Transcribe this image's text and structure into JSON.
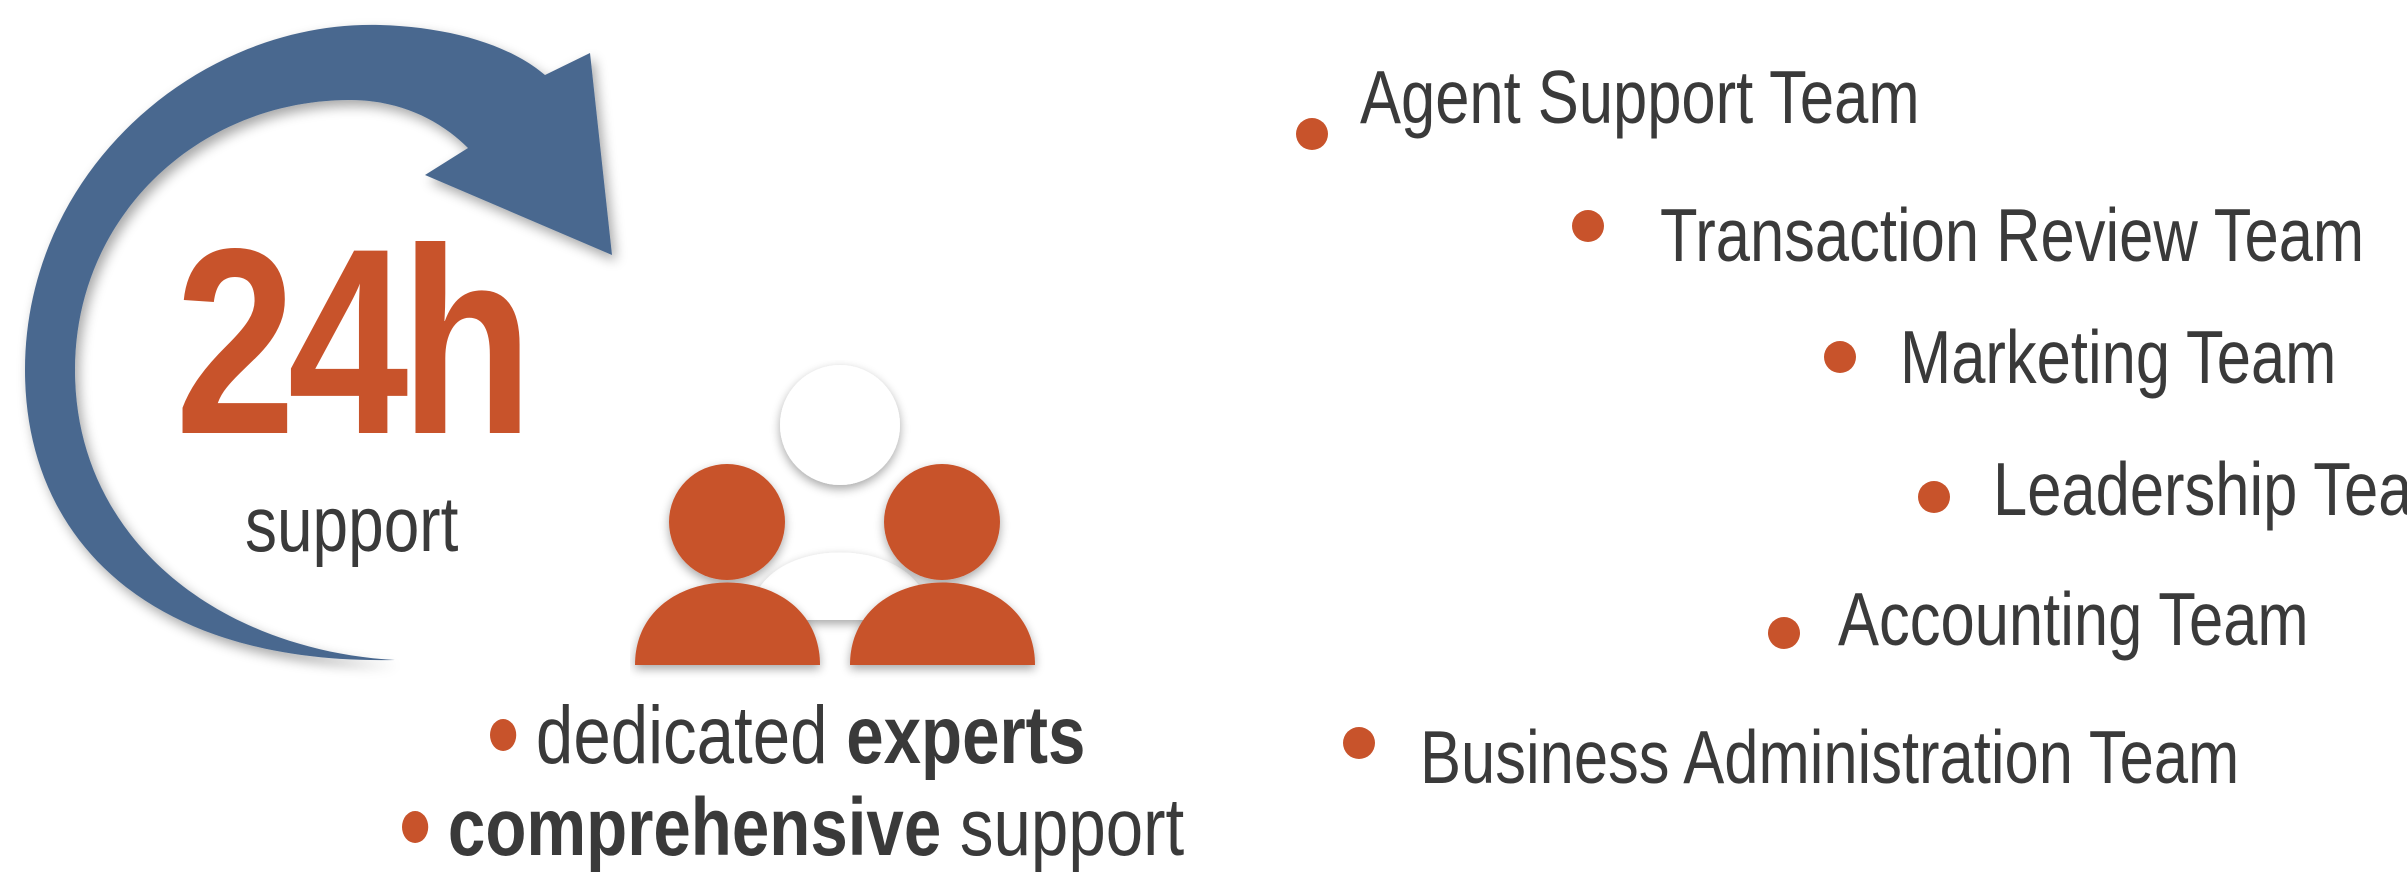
{
  "colors": {
    "accent_orange": "#C8532B",
    "arrow_blue": "#49688F",
    "text_dark": "#3A3A3A"
  },
  "badge": {
    "number": "24h",
    "subtitle": "support"
  },
  "icons": {
    "arrow": "circular-arrow-icon",
    "people": "people-group-icon"
  },
  "features": [
    {
      "plain": "dedicated ",
      "bold": "experts"
    },
    {
      "bold": "comprehensive",
      "plain": " support"
    }
  ],
  "teams": [
    {
      "label": "Agent Support Team"
    },
    {
      "label": "Transaction Review Team"
    },
    {
      "label": "Marketing Team"
    },
    {
      "label": "Leadership Team"
    },
    {
      "label": "Accounting Team"
    },
    {
      "label": "Business Administration Team"
    }
  ]
}
